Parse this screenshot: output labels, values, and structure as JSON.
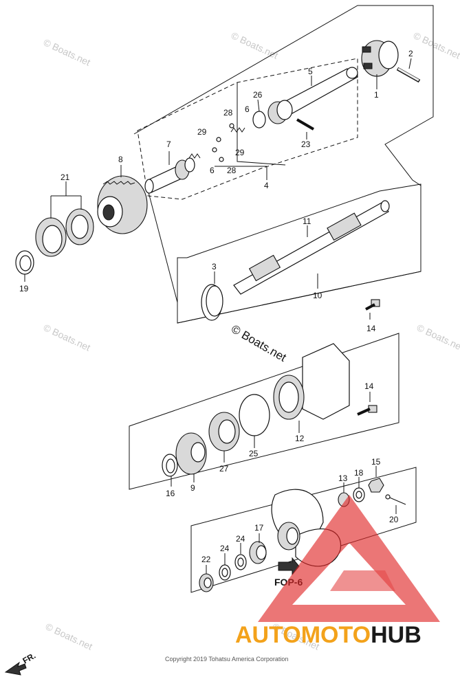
{
  "watermark_text": "© Boats.net",
  "center_watermark": "© Boats.net",
  "copyright": "Copyright 2019 Tohatsu America Corporation",
  "direction_label": "FR.",
  "reference_label": "FOP-6",
  "brand_logo": {
    "text_part1": "AUTO",
    "text_part2": "MOTO",
    "text_part3": "HUB",
    "color_orange": "#f3a21b",
    "color_black": "#1a1a1a",
    "color_red": "#e02828"
  },
  "callouts": {
    "p1": "1",
    "p2": "2",
    "p3": "3",
    "p4": "4",
    "p5": "5",
    "p6a": "6",
    "p6b": "6",
    "p7": "7",
    "p8": "8",
    "p9": "9",
    "p10": "10",
    "p11": "11",
    "p12": "12",
    "p13": "13",
    "p14a": "14",
    "p14b": "14",
    "p15": "15",
    "p16": "16",
    "p17": "17",
    "p18": "18",
    "p19": "19",
    "p20": "20",
    "p21": "21",
    "p22": "22",
    "p23": "23",
    "p24a": "24",
    "p24b": "24",
    "p25": "25",
    "p26": "26",
    "p27": "27",
    "p28a": "28",
    "p28b": "28",
    "p29a": "29",
    "p29b": "29"
  }
}
